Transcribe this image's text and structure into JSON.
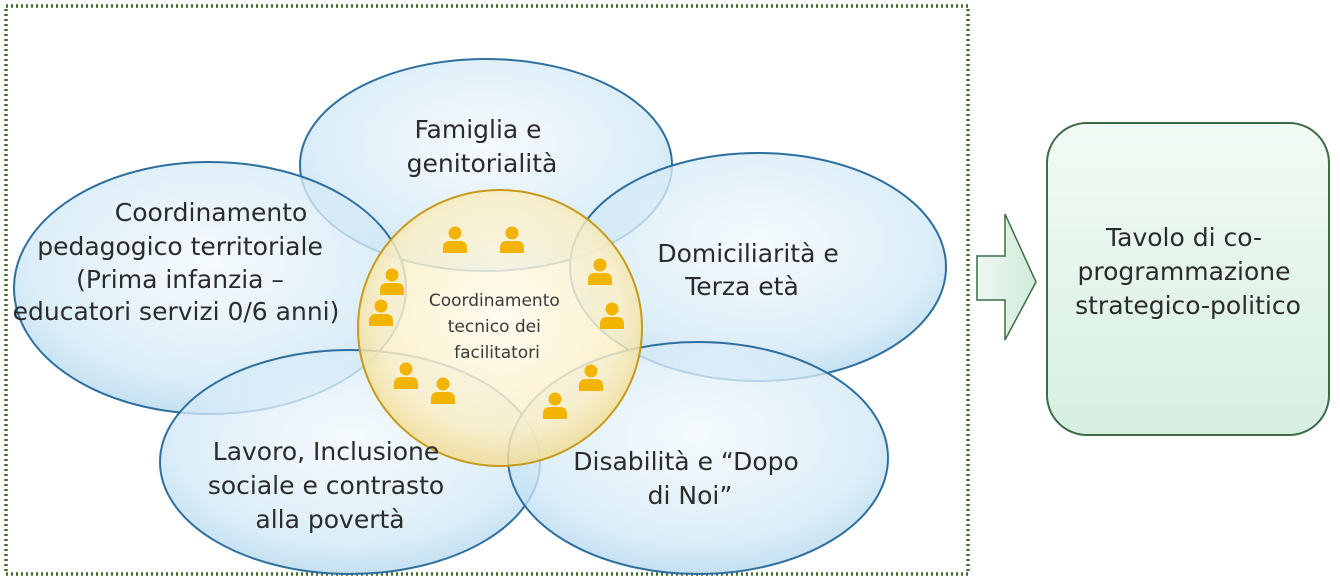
{
  "groups": [
    {
      "id": "famiglia",
      "lines": [
        "Famiglia e",
        "genitorialità"
      ]
    },
    {
      "id": "coordinamento-pedagogico",
      "lines": [
        "Coordinamento",
        "pedagogico territoriale",
        "(Prima infanzia –",
        "educatori servizi 0/6 anni)"
      ]
    },
    {
      "id": "domiciliarita",
      "lines": [
        "Domiciliarità e",
        "Terza età"
      ]
    },
    {
      "id": "lavoro",
      "lines": [
        "Lavoro, Inclusione",
        "sociale e contrasto",
        "alla povertà"
      ]
    },
    {
      "id": "disabilita",
      "lines": [
        "Disabilità e “Dopo",
        "di Noi”"
      ]
    }
  ],
  "center": {
    "lines": [
      "Coordinamento",
      "tecnico dei",
      "facilitatori"
    ]
  },
  "target": {
    "lines": [
      "Tavolo di co-",
      "programmazione",
      "strategico-politico"
    ]
  },
  "icons": {
    "person": "person-icon",
    "arrow": "arrow-right-icon"
  },
  "colors": {
    "border": "#3f6f2a",
    "ellipse_fill": "#cfe6f4",
    "ellipse_stroke": "#2e6f9e",
    "center_fill": "#fbf0c8",
    "center_stroke": "#c79a1a",
    "person": "#f2b400",
    "box_fill": "#e3f4ea",
    "box_stroke": "#3c6b45",
    "arrow_fill": "#dff1e6"
  }
}
